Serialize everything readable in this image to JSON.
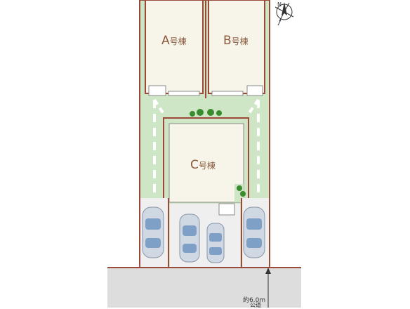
{
  "buildings": [
    {
      "letter": "A",
      "suffix": "号棟"
    },
    {
      "letter": "B",
      "suffix": "号棟"
    },
    {
      "letter": "C",
      "suffix": "号棟"
    }
  ],
  "road": {
    "width_label": "約6.0m",
    "type_label": "公道"
  },
  "compass": {
    "icon": "north-arrow-icon",
    "letter": "N"
  },
  "colors": {
    "lawn": "#cfe6c6",
    "building": "#f7f4ea",
    "boundary": "#9b4a3a",
    "parking": "#efefef",
    "road": "#dddddd",
    "tree": "#3a8a2e"
  }
}
